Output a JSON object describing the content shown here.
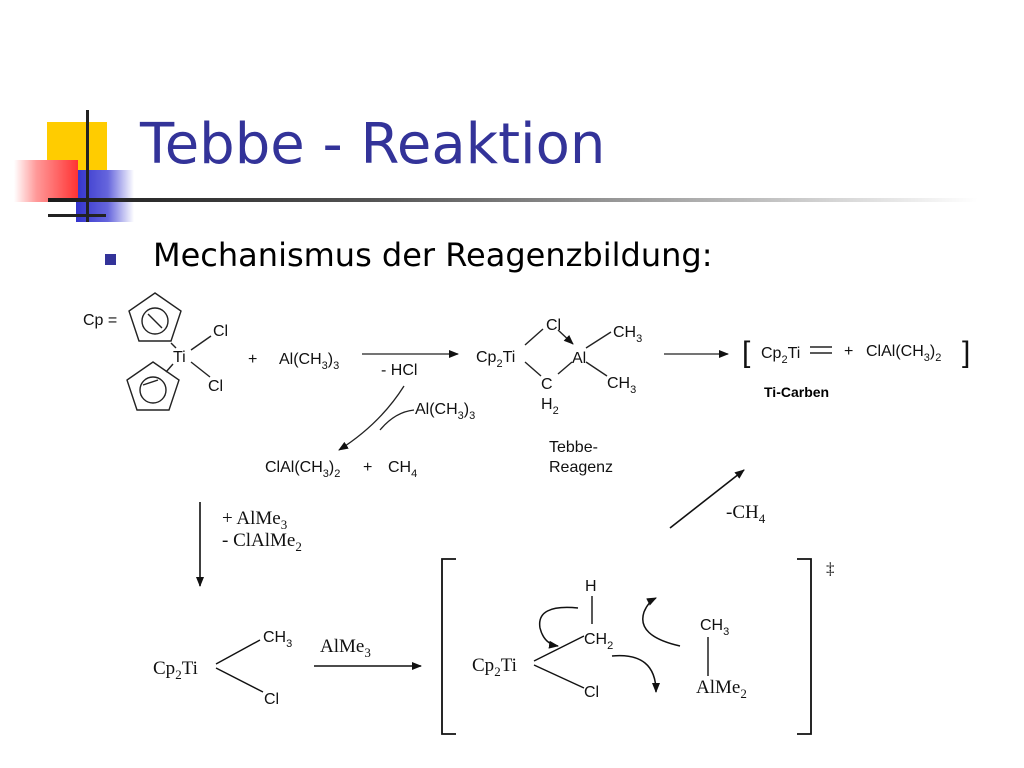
{
  "title": "Tebbe - Reaktion",
  "bullet": "Mechanismus der Reagenzbildung:",
  "colors": {
    "title": "#333399",
    "bullet": "#333399",
    "deco_yellow": "#ffcc00",
    "deco_red": "#ff3333",
    "deco_blue": "#3333cc"
  },
  "scheme": {
    "cp_label": "Cp =",
    "ti": "Ti",
    "cl": "Cl",
    "plus": "+",
    "al_ch3_3": "Al(CH",
    "sub_3": "3",
    "close_paren": ")",
    "minus_hcl": "- HCl",
    "cp2ti": "Cp",
    "sub_2": "2",
    "ti_after_sub": "Ti",
    "ch3_h": "CH",
    "al": "Al",
    "c": "C",
    "h2_h": "H",
    "tebbe_line1": "Tebbe-",
    "tebbe_line2": "Reagenz",
    "clal_ch3_2": "ClAl(CH",
    "ch4": "CH",
    "sub_4": "4",
    "bracket_open": "[",
    "bracket_close": "]",
    "ti_carben": "Ti-Carben",
    "plus_almet": "+ AlMe",
    "minus_clalmet": "- ClAlMe",
    "minus_ch4": "-CH",
    "almet": "AlMe",
    "cp2ti_serif": "Cp",
    "h": "H",
    "ch2_h": "CH",
    "almet2": "AlMe",
    "dagger": "‡"
  }
}
